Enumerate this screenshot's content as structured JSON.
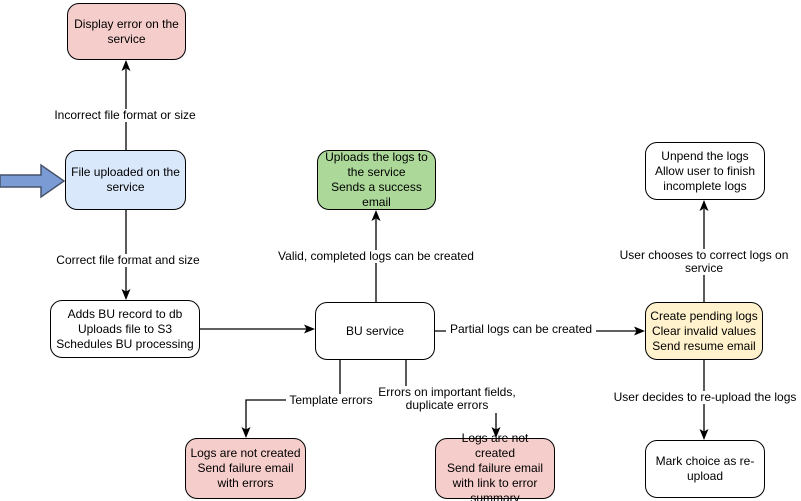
{
  "diagram": {
    "type": "flowchart",
    "nodes": {
      "display_error": "Display error on the\nservice",
      "file_uploaded": "File uploaded on the\nservice",
      "adds_bu_record": "Adds BU record to db\nUploads file to S3\nSchedules BU processing",
      "bu_service": "BU service",
      "uploads_logs": "Uploads the logs to\nthe service\nSends a success\nemail",
      "logs_not_created_errors": "Logs are not created\nSend failure email\nwith errors",
      "logs_not_created_summary": "Logs are not created\nSend failure email\nwith link to error\nsummary",
      "create_pending_logs": "Create pending logs\nClear invalid values\nSend resume email",
      "unpend_logs": "Unpend the logs\nAllow user to finish\nincomplete logs",
      "mark_choice_reupload": "Mark choice as re-\nupload"
    },
    "edge_labels": {
      "incorrect": "Incorrect file format or size",
      "correct": "Correct file format and size",
      "valid": "Valid, completed logs can be created",
      "partial": "Partial logs can be created",
      "template": "Template errors",
      "important_fields": "Errors on important fields,\nduplicate errors",
      "user_chooses": "User chooses to correct logs on service",
      "user_decides": "User decides to re-upload the logs"
    },
    "colors": {
      "node_pink": "#F5CDCB",
      "node_blue": "#DAE8FC",
      "node_green": "#ACD999",
      "node_yellow": "#FFF2CC",
      "node_white": "#FFFFFF",
      "entry_arrow_fill": "#7B9BD4",
      "entry_arrow_stroke": "#46536B",
      "line": "#000000"
    }
  }
}
